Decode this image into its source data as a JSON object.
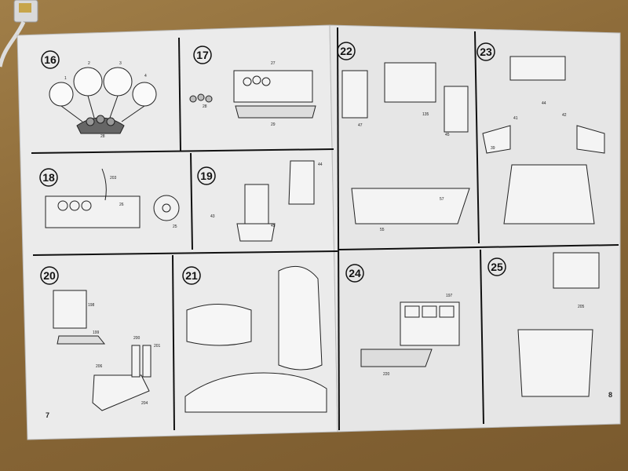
{
  "page_numbers": {
    "left": "7",
    "right": "8"
  },
  "steps": [
    {
      "id": "16",
      "parts": [
        "1",
        "2",
        "3",
        "4",
        "28"
      ]
    },
    {
      "id": "17",
      "parts": [
        "27",
        "28",
        "29"
      ]
    },
    {
      "id": "18",
      "parts": [
        "203",
        "26",
        "25"
      ]
    },
    {
      "id": "19",
      "parts": [
        "44",
        "43",
        "45"
      ]
    },
    {
      "id": "20",
      "parts": [
        "198",
        "199",
        "200",
        "201",
        "206",
        "204"
      ]
    },
    {
      "id": "21",
      "parts": []
    },
    {
      "id": "22",
      "parts": [
        "135",
        "47",
        "45",
        "57",
        "55"
      ]
    },
    {
      "id": "23",
      "parts": [
        "44",
        "41",
        "42",
        "39"
      ]
    },
    {
      "id": "24",
      "parts": [
        "197",
        "220"
      ]
    },
    {
      "id": "25",
      "parts": [
        "205"
      ]
    }
  ],
  "colors": {
    "paper": "#ececec",
    "ink": "#1a1a1a",
    "table": "#8c6a38"
  }
}
